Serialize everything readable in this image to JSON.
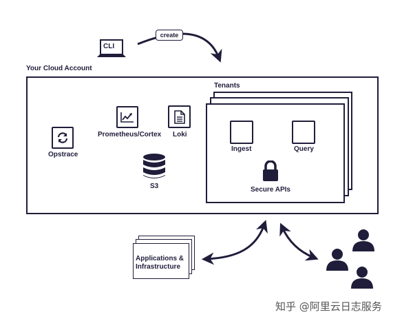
{
  "cli": {
    "label": "CLI",
    "create_label": "create"
  },
  "cloud": {
    "title": "Your Cloud Account"
  },
  "opstrace": {
    "label": "Opstrace"
  },
  "prometheus": {
    "label": "Prometheus/Cortex"
  },
  "loki": {
    "label": "Loki"
  },
  "s3": {
    "label": "S3"
  },
  "tenants": {
    "title": "Tenants",
    "ingest_label": "Ingest",
    "query_label": "Query",
    "secure_label": "Secure APIs"
  },
  "apps": {
    "label_line1": "Applications &",
    "label_line2": "Infrastructure"
  },
  "watermark": "知乎 @阿里云日志服务",
  "colors": {
    "ink": "#1f1d3a",
    "background": "#ffffff"
  }
}
